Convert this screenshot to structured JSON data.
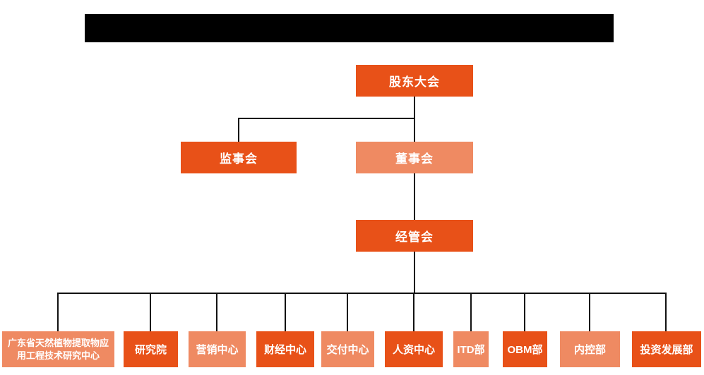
{
  "meta": {
    "diagram_type": "org-chart",
    "colors": {
      "primary_orange": "#E85118",
      "secondary_salmon": "#EF8A62",
      "connector": "#111111",
      "redaction_bar": "#000000",
      "background": "#FFFFFF",
      "node_text": "#FFFFFF"
    }
  },
  "org": {
    "shareholders": "股东大会",
    "supervisory": "监事会",
    "board": "董事会",
    "management": "经管会",
    "departments": [
      "广东省天然植物提取物应用工程技术研究中心",
      "研究院",
      "营销中心",
      "财经中心",
      "交付中心",
      "人资中心",
      "ITD部",
      "OBM部",
      "内控部",
      "投资发展部"
    ]
  }
}
